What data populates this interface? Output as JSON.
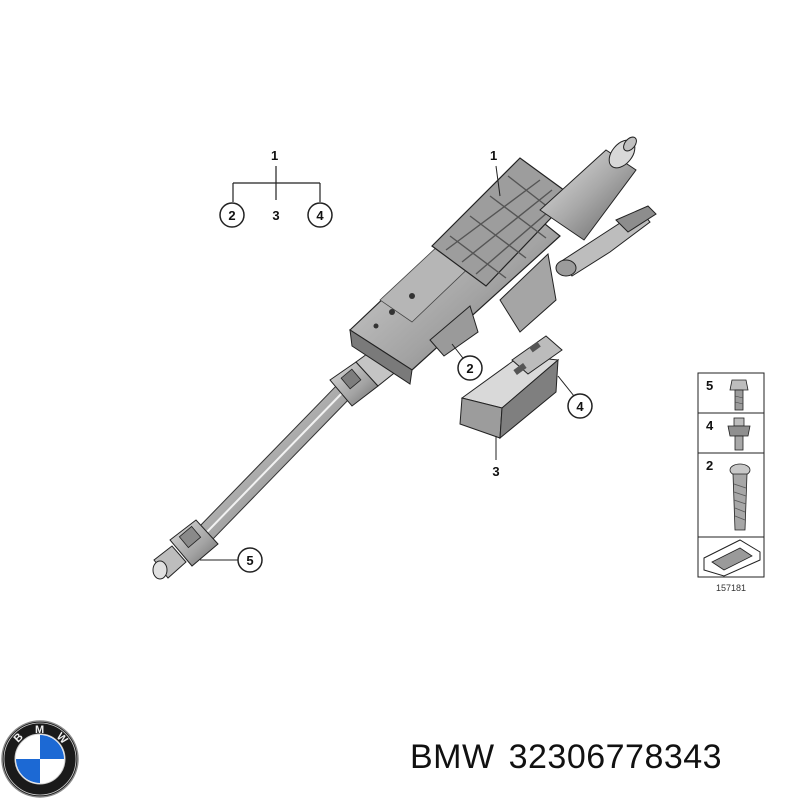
{
  "callouts": {
    "tree_top": "1",
    "tree_left": "2",
    "tree_mid": "3",
    "tree_right": "4",
    "part_column": "1",
    "part_bracket": "2",
    "part_module": "3",
    "part_housing": "4",
    "part_joint": "5"
  },
  "legend": {
    "rows": [
      "5",
      "4",
      "2"
    ],
    "image_number": "157181"
  },
  "footer": {
    "brand": "BMW",
    "part_number": "32306778343"
  },
  "colors": {
    "part_fill": "#c8c8c8",
    "part_dark": "#6e6e6e",
    "outline": "#222222",
    "logo_blue": "#1c69d4"
  }
}
